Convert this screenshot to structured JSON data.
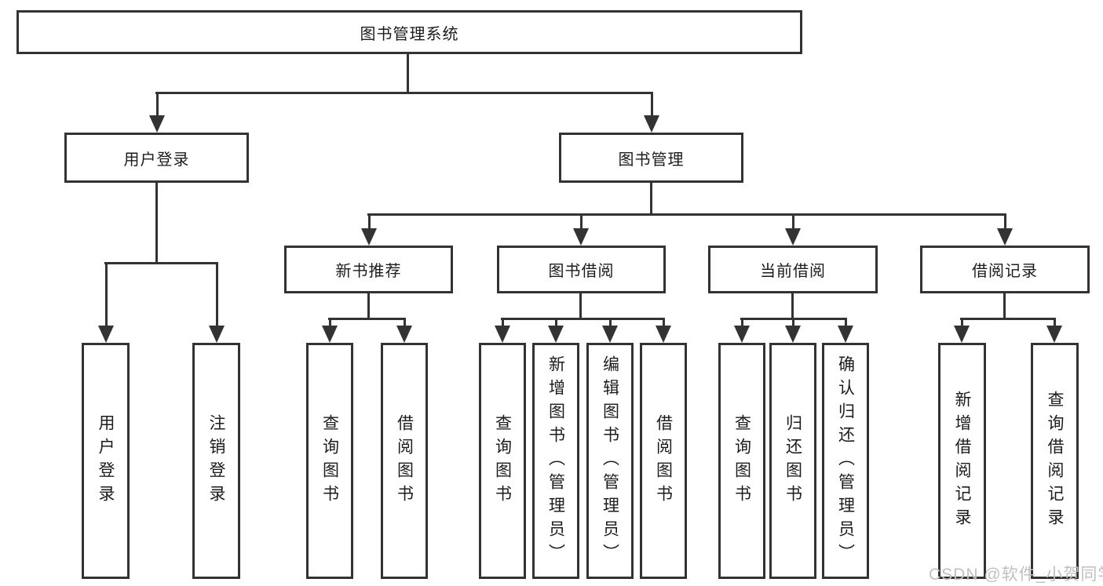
{
  "diagram": {
    "title": "图书管理系统",
    "nodes": {
      "root": "图书管理系统",
      "user_login": "用户登录",
      "book_mgmt": "图书管理",
      "new_book_rec": "新书推荐",
      "book_borrow": "图书借阅",
      "current_borrow": "当前借阅",
      "borrow_record": "借阅记录"
    },
    "leaves": {
      "ul_login": "用户登录",
      "ul_logout": "注销登录",
      "nb_query": "查询图书",
      "nb_borrow": "借阅图书",
      "bb_query": "查询图书",
      "bb_add": "新增图书（管理员）",
      "bb_edit": "编辑图书（管理员）",
      "bb_borrow": "借阅图书",
      "cb_query": "查询图书",
      "cb_return": "归还图书",
      "cb_confirm": "确认归还（管理员）",
      "br_add": "新增借阅记录",
      "br_query": "查询借阅记录"
    }
  },
  "watermark": "CSDN @软件_小贺同学",
  "colors": {
    "line": "#333333",
    "box_border": "#333333",
    "text": "#1c1c1c",
    "background": "#ffffff",
    "watermark": "#c0c0c0"
  }
}
